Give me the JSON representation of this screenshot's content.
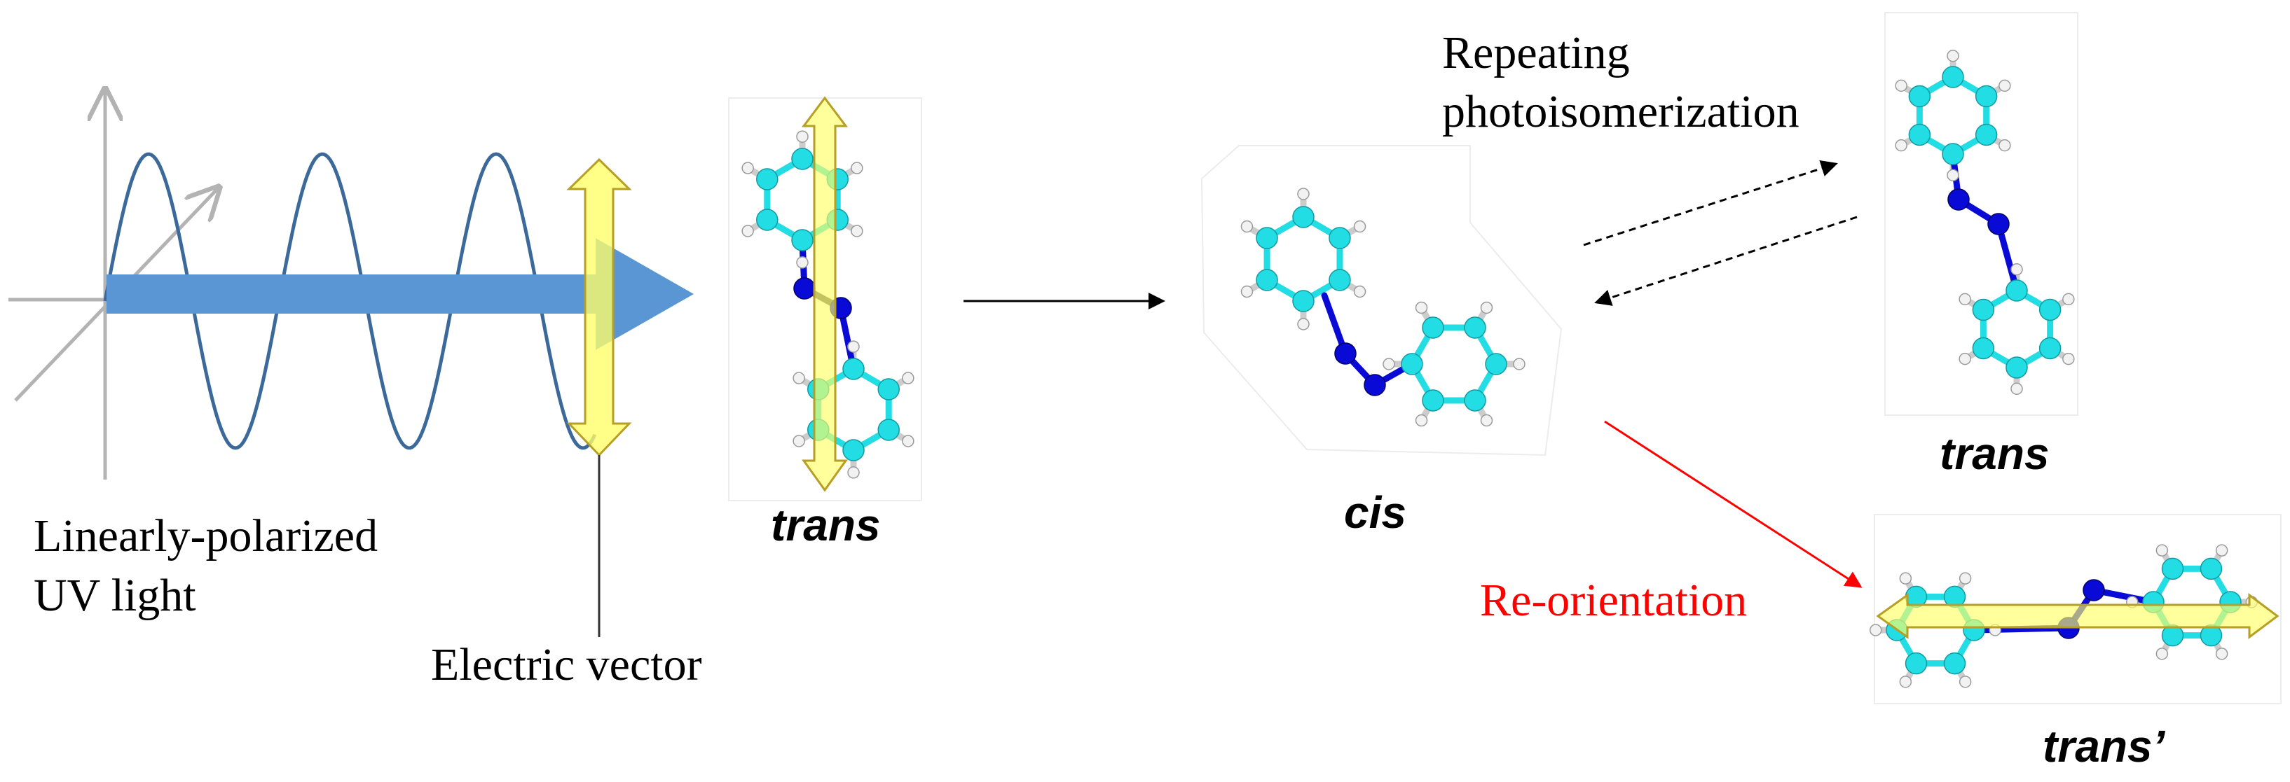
{
  "labels": {
    "light_line1": "Linearly-polarized",
    "light_line2": "UV light",
    "electric_vector": "Electric vector",
    "repeating_line1": "Repeating",
    "repeating_line2": "photoisomerization",
    "reorientation": "Re-orientation",
    "trans_left": "trans",
    "cis": "cis",
    "trans_right": "trans",
    "trans_prime": "trans’"
  },
  "colors": {
    "carbon": "#22dde3",
    "nitrogen": "#0a0ad6",
    "hydrogen": "#f2f2f2",
    "wave": "#3b6a9a",
    "beam": "#5b96d4",
    "polarization_arrow": "#ffff66",
    "reorientation_arrow": "#ff0000",
    "axis": "#b3b3b3"
  }
}
